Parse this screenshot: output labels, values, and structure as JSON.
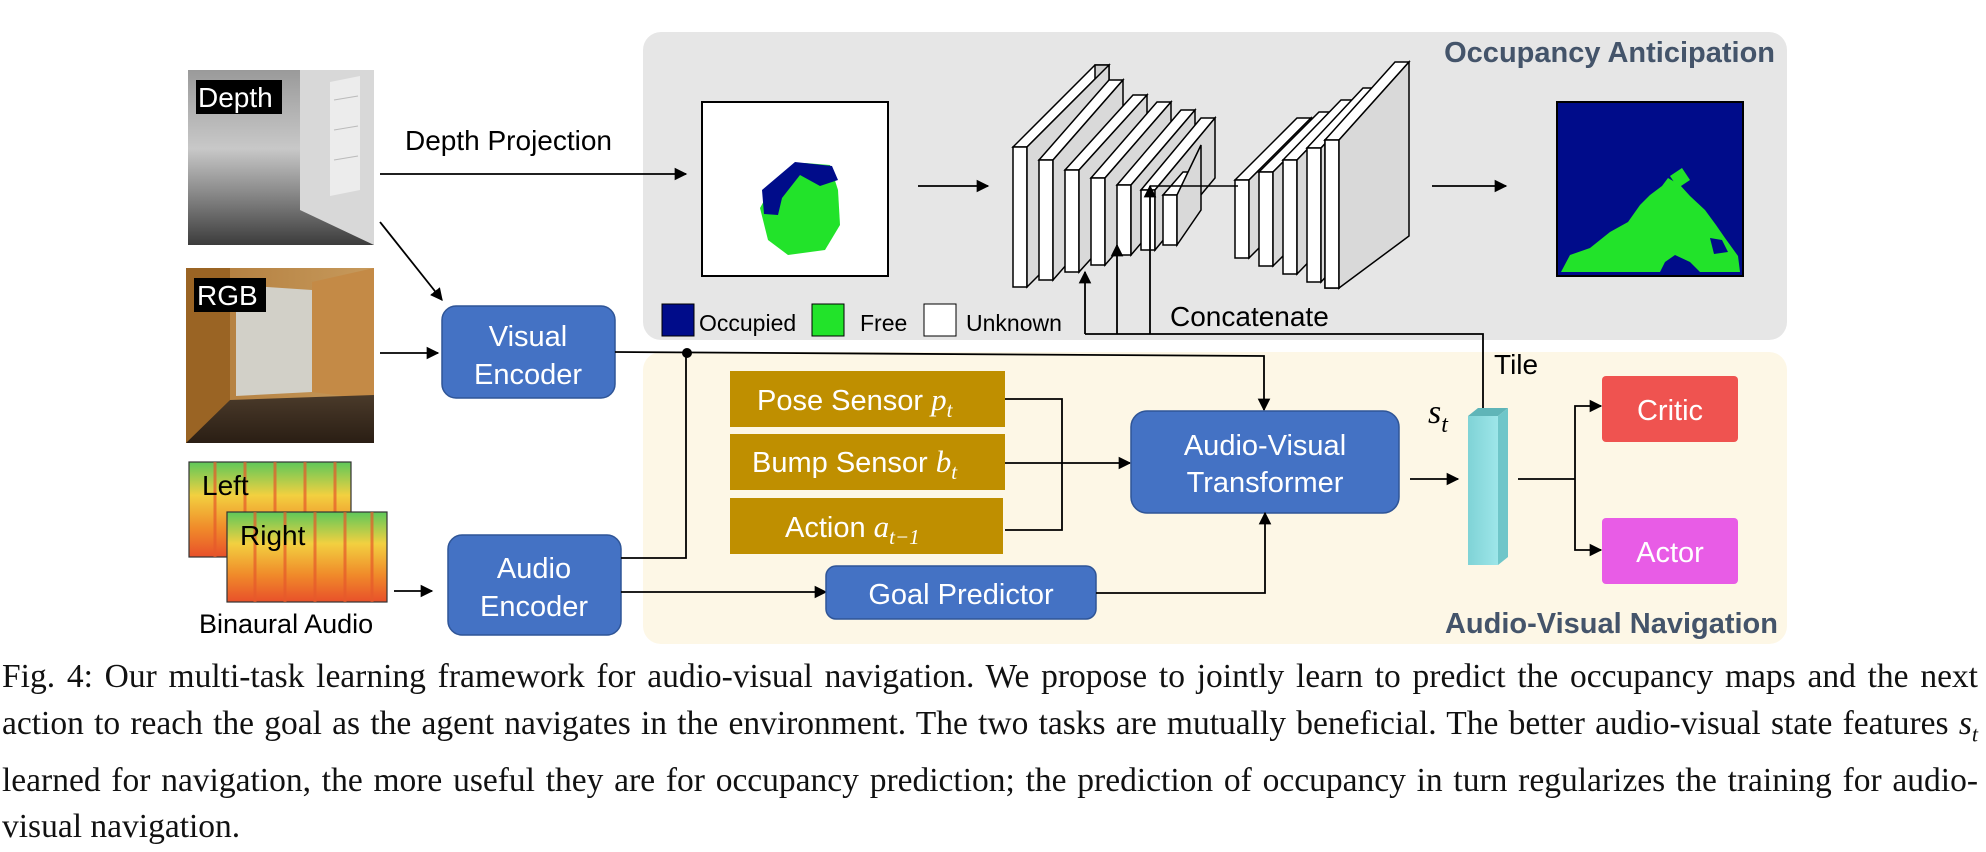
{
  "sections": {
    "occupancy": "Occupancy Anticipation",
    "navigation": "Audio-Visual Navigation"
  },
  "inputs": {
    "depth": "Depth",
    "rgb": "RGB",
    "left": "Left",
    "right": "Right",
    "binaural": "Binaural Audio"
  },
  "arrows": {
    "depth_projection": "Depth Projection",
    "concatenate": "Concatenate",
    "tile": "Tile"
  },
  "modules": {
    "visual_encoder": [
      "Visual",
      "Encoder"
    ],
    "audio_encoder": [
      "Audio",
      "Encoder"
    ],
    "pose_sensor": "Pose Sensor",
    "bump_sensor": "Bump Sensor",
    "action": "Action",
    "transformer": [
      "Audio-Visual",
      "Transformer"
    ],
    "goal_predictor": "Goal Predictor",
    "critic": "Critic",
    "actor": "Actor"
  },
  "math": {
    "pose_var": "p",
    "pose_sub": "t",
    "bump_var": "b",
    "bump_sub": "t",
    "action_var": "a",
    "action_sub": "t−1",
    "state_var": "s",
    "state_sub": "t"
  },
  "legend": {
    "occupied": "Occupied",
    "free": "Free",
    "unknown": "Unknown"
  },
  "colors": {
    "occupancy_bg": "#e6e6e6",
    "navigation_bg": "#fdf7e6",
    "module_blue": "#4472c4",
    "sensor_gold": "#bf8f00",
    "critic_red": "#ef5350",
    "actor_magenta": "#e85ce6",
    "occupied_navy": "#000c8a",
    "free_green": "#22e32a",
    "state_cyan": "#8fdde0",
    "section_title": "#44546a"
  },
  "caption": {
    "prefix": "Fig. 4: Our multi-task learning framework for audio-visual navigation. We propose to jointly learn to predict the occupancy maps and the next action to reach the goal as the agent navigates in the environment. The two tasks are mutually beneficial. The better audio-visual state features",
    "var": "s",
    "sub": "t",
    "suffix": "learned for navigation, the more useful they are for occupancy prediction; the prediction of occupancy in turn regularizes the training for audio-visual navigation."
  }
}
